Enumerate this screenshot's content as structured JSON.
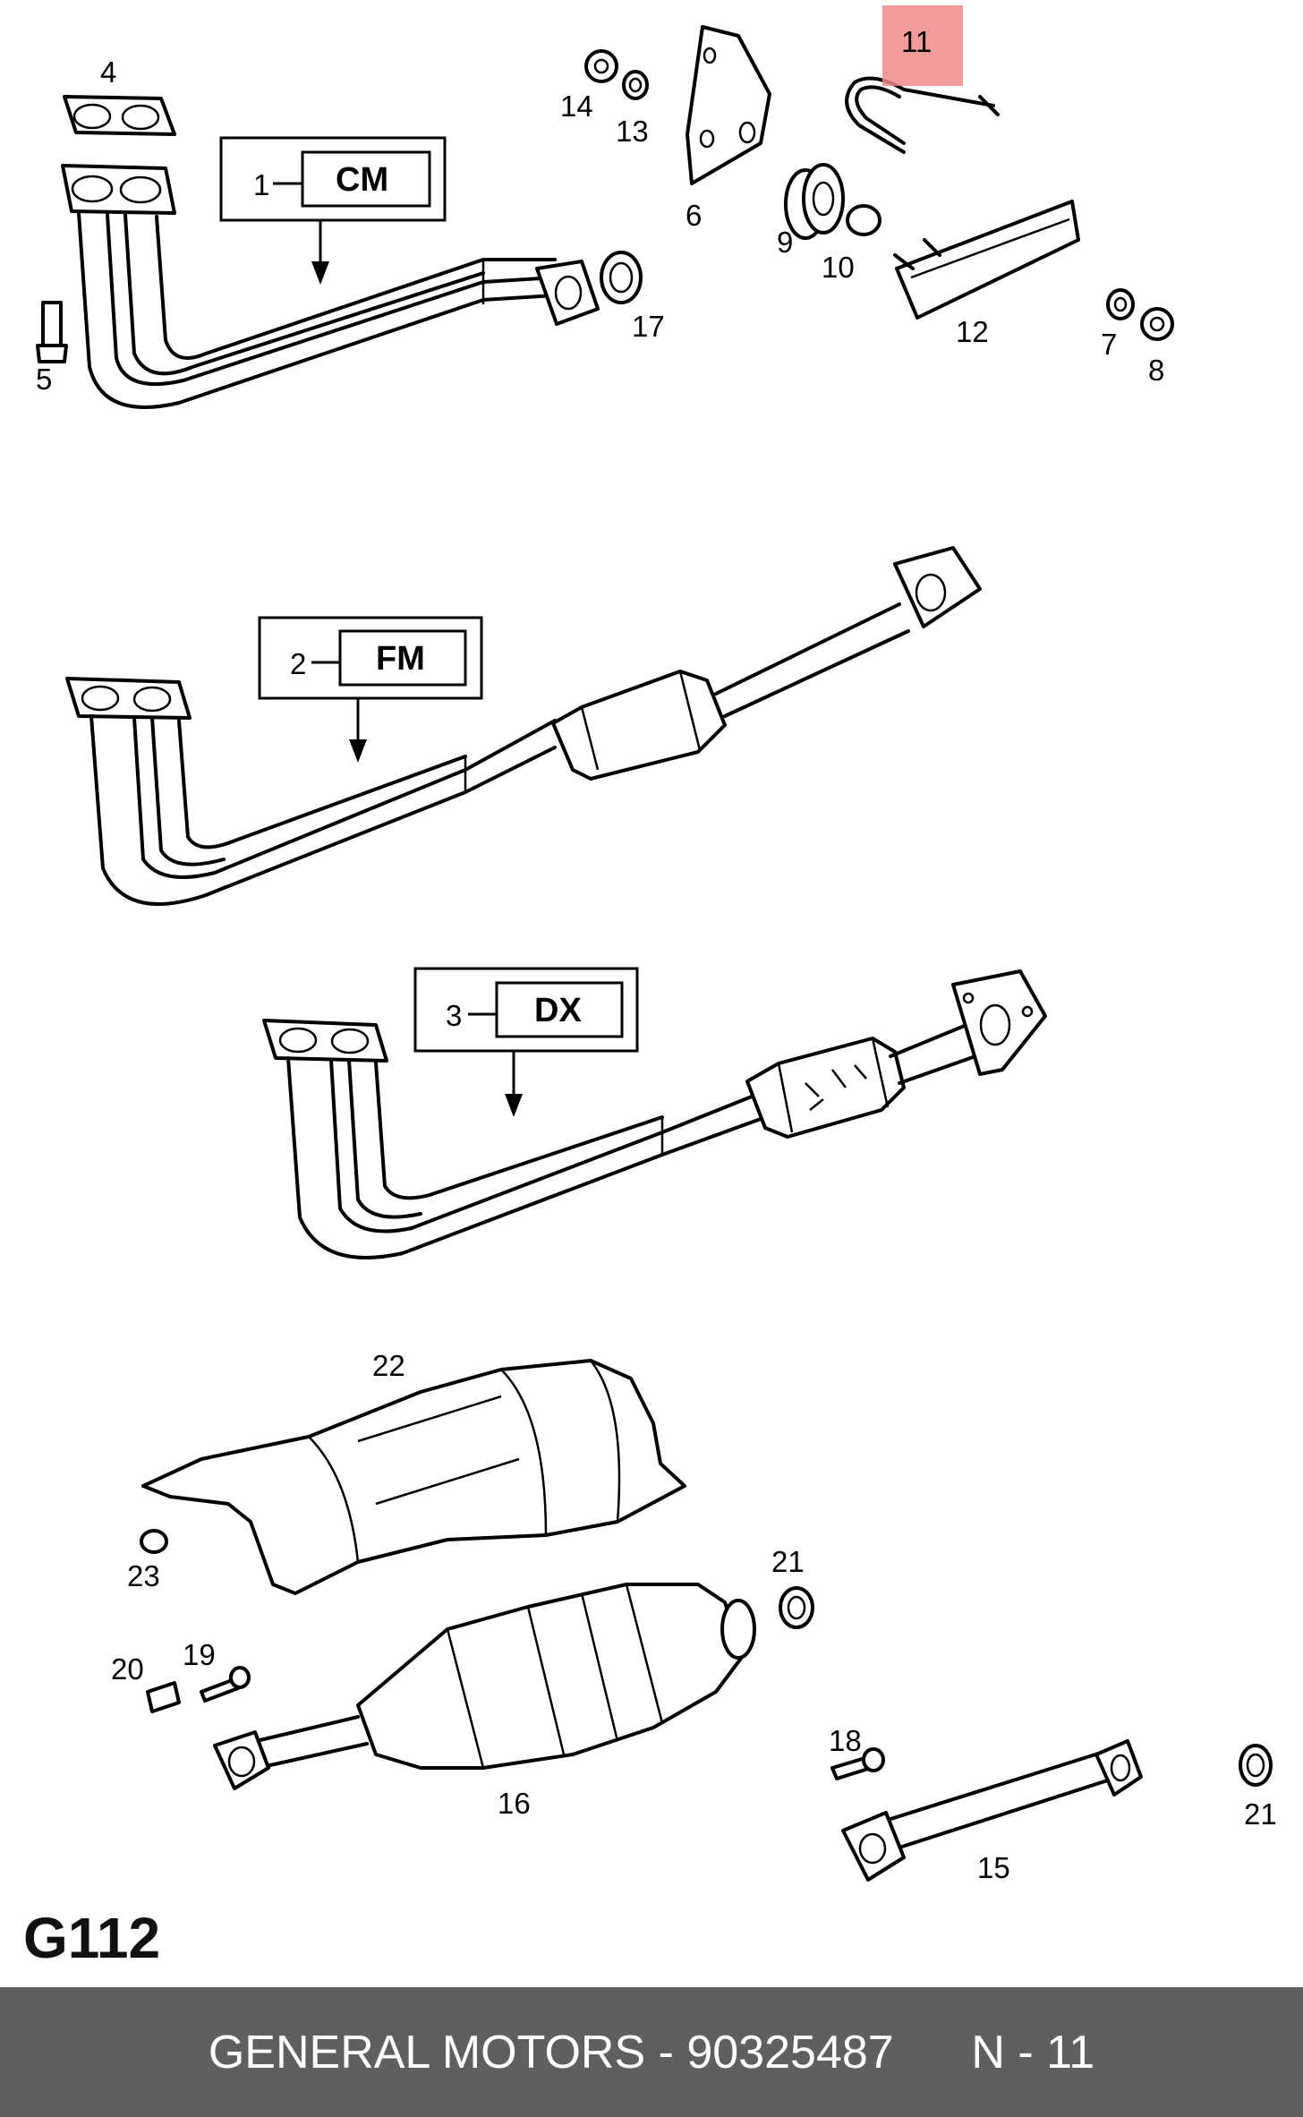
{
  "variants": [
    {
      "number": "1",
      "code": "CM"
    },
    {
      "number": "2",
      "code": "FM"
    },
    {
      "number": "3",
      "code": "DX"
    }
  ],
  "callouts": [
    "4",
    "14",
    "13",
    "11",
    "6",
    "9",
    "10",
    "12",
    "7",
    "8",
    "17",
    "5",
    "22",
    "23",
    "21",
    "19",
    "20",
    "16",
    "18",
    "21",
    "15"
  ],
  "highlighted_callout": "11",
  "highlight_color": "#f08a8a",
  "diagram_code": "G112",
  "footer": {
    "brand": "GENERAL MOTORS",
    "separator": " - ",
    "part_number": "90325487",
    "page": "N - 11"
  }
}
